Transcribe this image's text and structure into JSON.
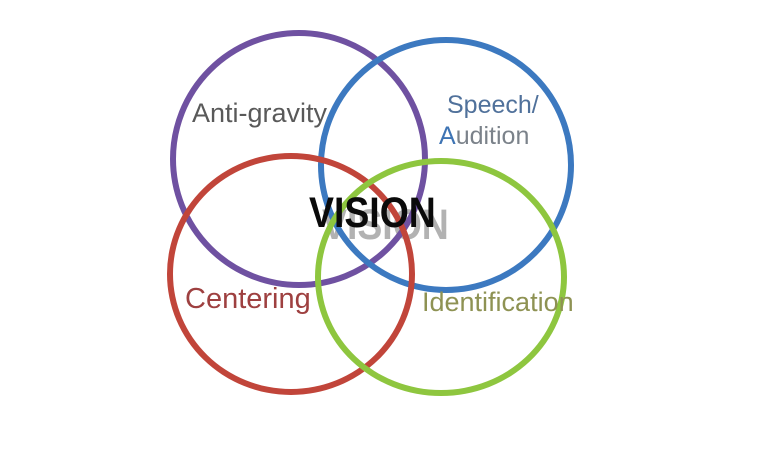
{
  "diagram": {
    "type": "venn-4-circles",
    "background_color": "#ffffff",
    "center_label": {
      "text": "VISION",
      "color": "#0a0a0a",
      "ghost_color": "#b2b2b2"
    },
    "circles": {
      "anti_gravity": {
        "label": "Anti-gravity",
        "stroke": "#6f51a1",
        "label_color": "#595959"
      },
      "speech_audition": {
        "label_line1": "Speech/",
        "label_line2_initial": "A",
        "label_line2_rest": "udition",
        "stroke": "#3c79c0",
        "line1_color": "#50719b",
        "line2_initial_color": "#3e74b4",
        "line2_rest_color": "#7b828a"
      },
      "centering": {
        "label": "Centering",
        "stroke": "#c1453a",
        "label_color": "#9e4040"
      },
      "identification": {
        "label": "Identification",
        "stroke": "#8ec63f",
        "label_color": "#8e9253"
      }
    }
  }
}
